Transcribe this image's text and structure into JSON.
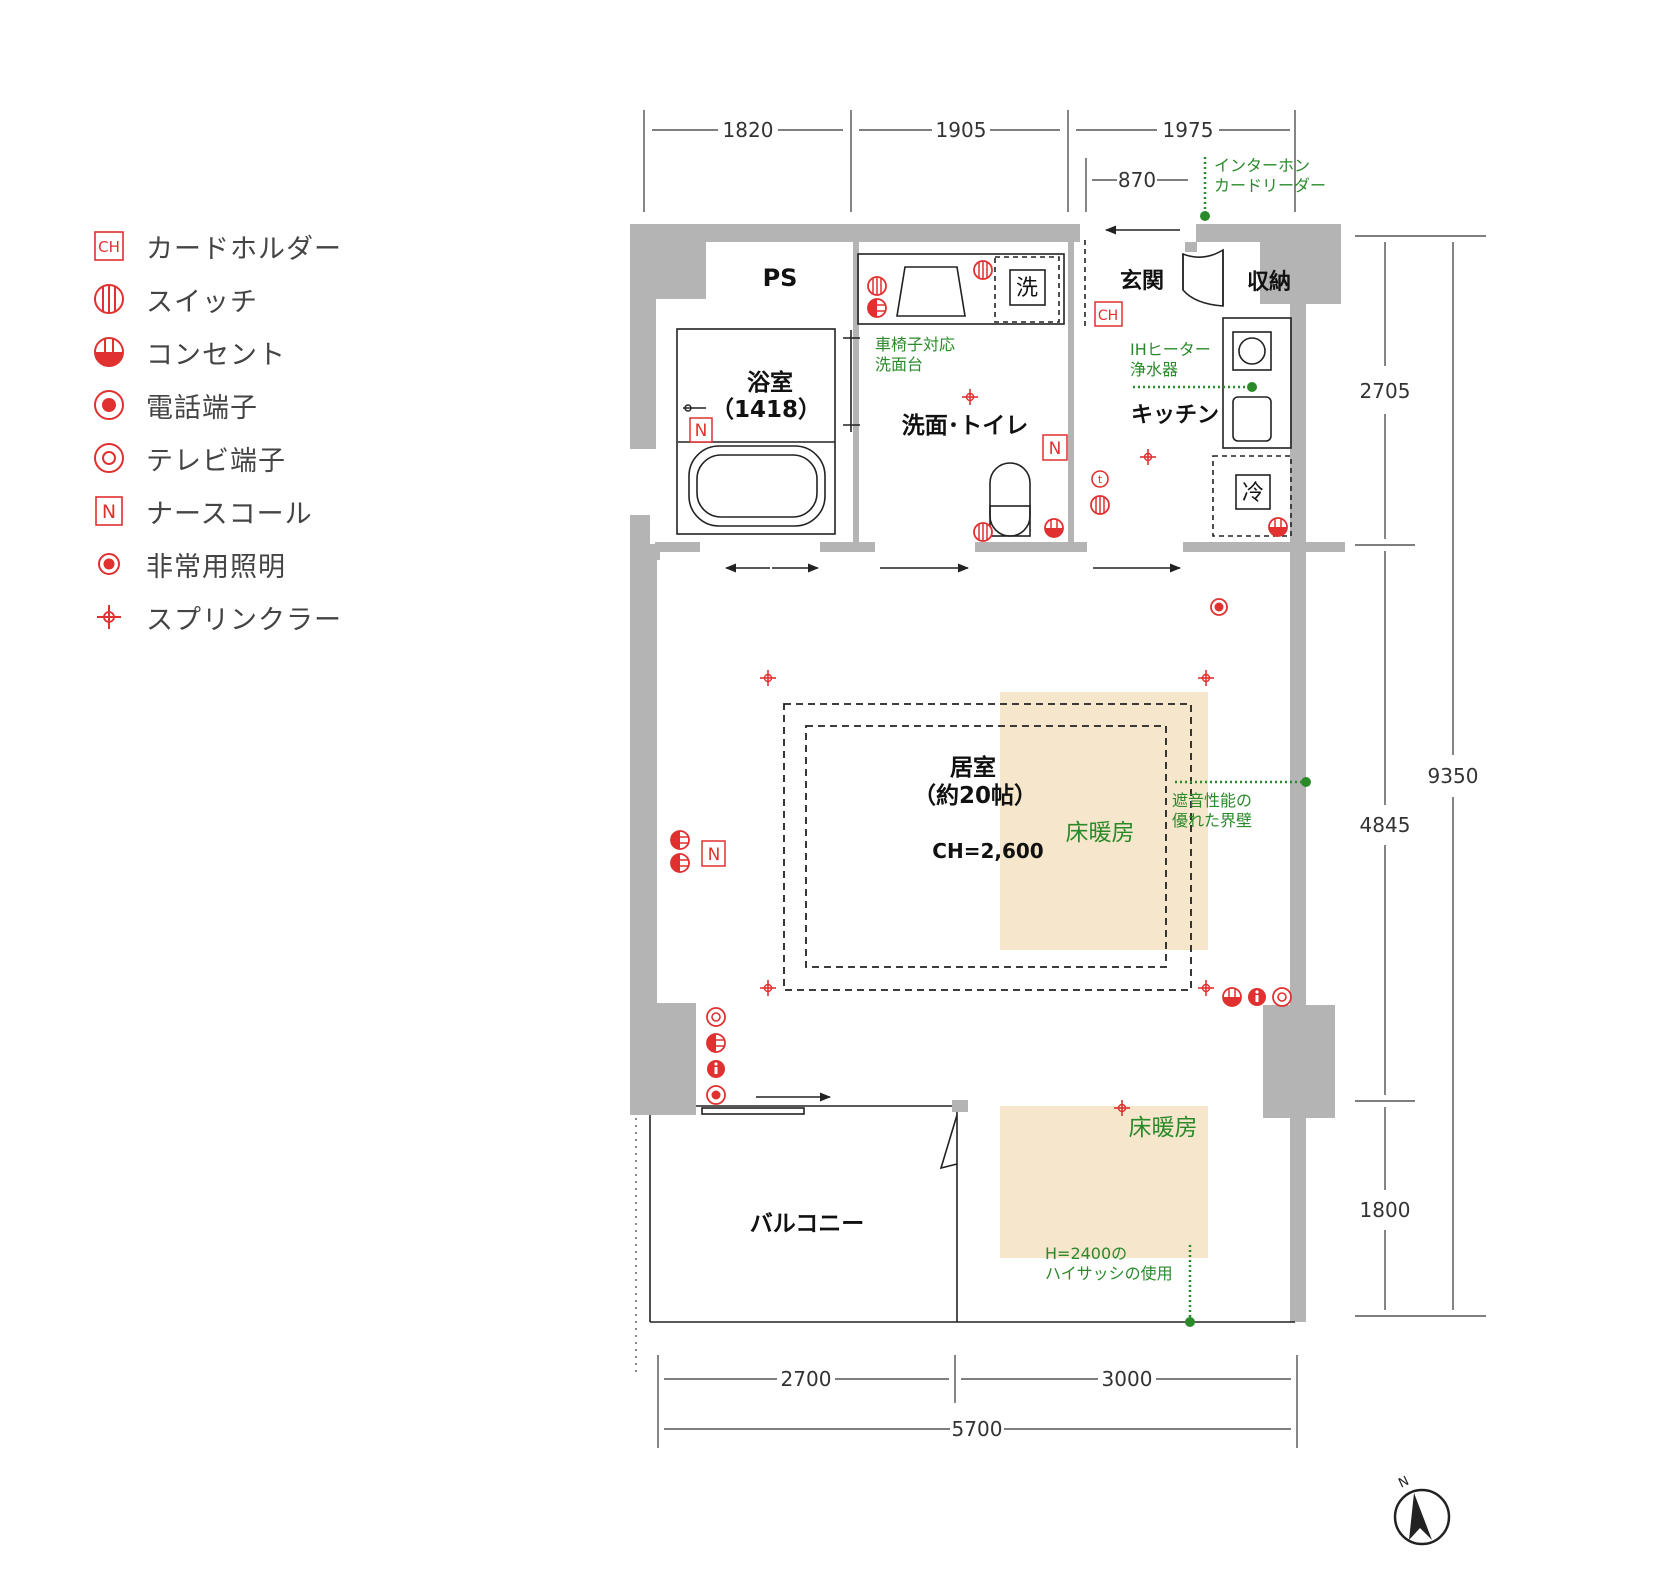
{
  "legend": [
    {
      "icon": "card-holder-icon",
      "label": "カードホルダー"
    },
    {
      "icon": "switch-icon",
      "label": "スイッチ"
    },
    {
      "icon": "outlet-icon",
      "label": "コンセント"
    },
    {
      "icon": "phone-terminal-icon",
      "label": "電話端子"
    },
    {
      "icon": "tv-terminal-icon",
      "label": "テレビ端子"
    },
    {
      "icon": "nurse-call-icon",
      "label": "ナースコール"
    },
    {
      "icon": "emergency-light-icon",
      "label": "非常用照明"
    },
    {
      "icon": "sprinkler-icon",
      "label": "スプリンクラー"
    }
  ],
  "symbols": {
    "card_holder": "CH",
    "nurse_call": "N"
  },
  "dimensions": {
    "top": [
      "1820",
      "1905",
      "1975"
    ],
    "entry_width": "870",
    "right_segments": [
      "2705",
      "4845",
      "1800"
    ],
    "right_total": "9350",
    "bottom": [
      "2700",
      "3000"
    ],
    "bottom_total": "5700"
  },
  "rooms": {
    "ps": "PS",
    "bath_name": "浴室",
    "bath_size": "（1418）",
    "washroom": "洗面･トイレ",
    "entrance": "玄関",
    "storage": "収納",
    "kitchen": "キッチン",
    "living_name": "居室",
    "living_size": "（約20帖）",
    "ceiling_height": "CH=2,600",
    "balcony": "バルコニー"
  },
  "fixtures": {
    "washer": "洗",
    "fridge": "冷",
    "floor_heating": "床暖房"
  },
  "notes": {
    "intercom_1": "インターホン",
    "intercom_2": "カードリーダー",
    "washbasin_1": "車椅子対応",
    "washbasin_2": "洗面台",
    "ih_1": "IHヒーター",
    "ih_2": "浄水器",
    "wall_1": "遮音性能の",
    "wall_2": "優れた界壁",
    "sash_1": "H=2400の",
    "sash_2": "ハイサッシの使用"
  },
  "compass": "N",
  "colors": {
    "symbol_red": "#e03030",
    "note_green": "#2a8a2a",
    "wall_grey": "#b4b4b4",
    "heating": "#f5e6cc"
  }
}
